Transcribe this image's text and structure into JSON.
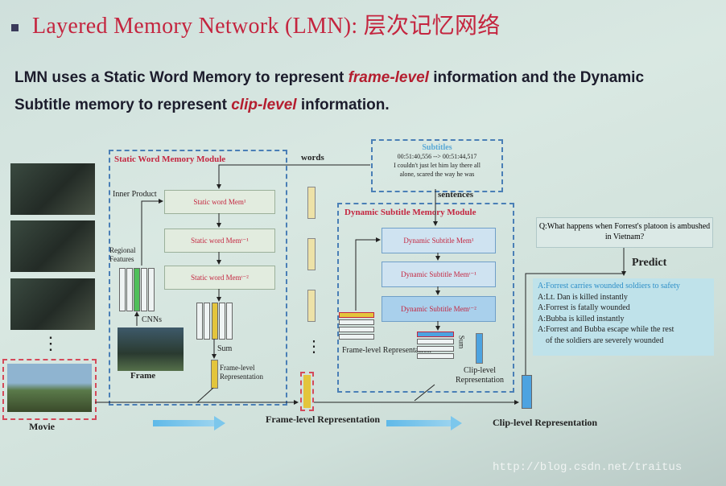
{
  "title": "Layered Memory Network (LMN): 层次记忆网络",
  "intro": {
    "p1": "LMN uses a Static Word Memory to represent ",
    "frame_level": "frame-level",
    "p2": " information and the Dynamic",
    "p3": "Subtitle memory to represent ",
    "clip_level": "clip-level",
    "p4": " information."
  },
  "diagram": {
    "static_module": "Static Word Memory Module",
    "words": "words",
    "subtitles_title": "Subtitles",
    "subtitles_time": "00:51:40,556 --> 00:51:44,517",
    "subtitles_text1": "I couldn't just let him lay there all",
    "subtitles_text2": "alone, scared the way he was",
    "sentences": "sentences",
    "dynamic_module": "Dynamic Subtitle Memory Module",
    "inner_product": "Inner Product",
    "regional_features": "Regional Features",
    "cnns": "CNNs",
    "frame": "Frame",
    "movie": "Movie",
    "sum": "Sum",
    "frame_level_rep_small": "Frame-level Representation",
    "clip_level_rep_small": "Clip-level Representation",
    "frame_level_rep": "Frame-level Representation",
    "clip_level_rep": "Clip-level Representation",
    "static_mems": [
      "Static word Mem¹",
      "Static word Memᵗ⁻¹",
      "Static word Memᵗ⁻²"
    ],
    "dynamic_mems": [
      "Dynamic Subtitle Mem¹",
      "Dynamic Subtitle Memᵗ⁻¹",
      "Dynamic Subtitle Memᵗ⁻²"
    ],
    "question": "Q:What happens when Forrest's platoon is ambushed in Vietnam?",
    "predict": "Predict",
    "answers": [
      "A:Forrest carries wounded soldiers to safety",
      "A:Lt. Dan is killed instantly",
      "A:Forrest is fatally wounded",
      "A:Bubba is killed instantly",
      "A:Forrest and Bubba escape while the rest",
      "of the soldiers are severely wounded"
    ],
    "dots": "⋮"
  },
  "watermark": "http://blog.csdn.net/traitus",
  "colors": {
    "title_red": "#c4253f",
    "dashed_blue": "#4a7fb6",
    "arrow_blue": "#5fb9e8",
    "yellow": "#e3c53c",
    "green": "#3aa64a"
  }
}
